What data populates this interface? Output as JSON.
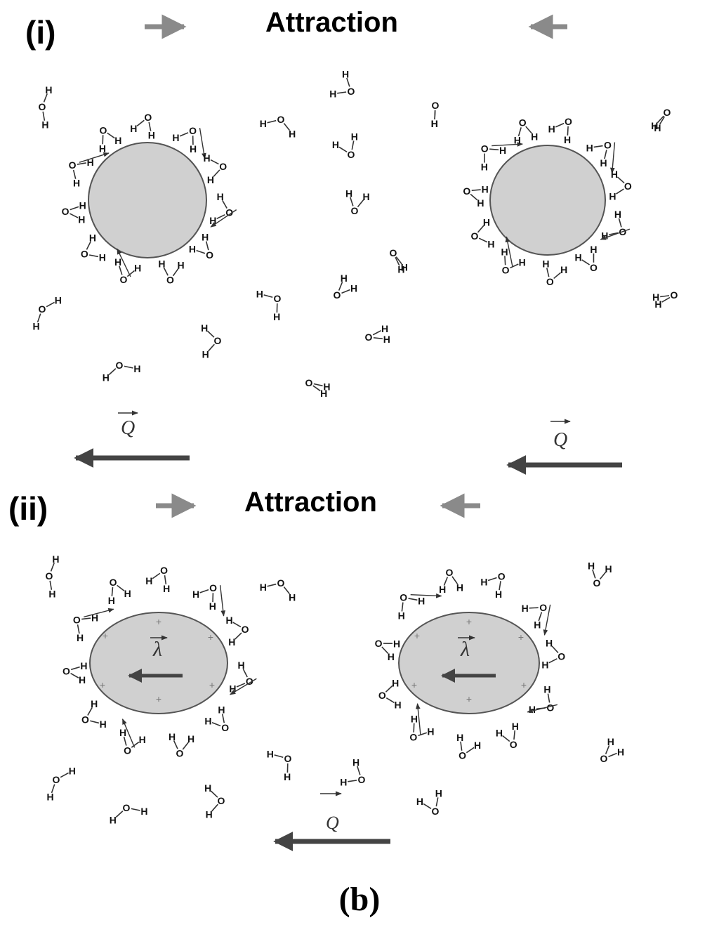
{
  "panels": [
    {
      "label": "(i)",
      "title": "Attraction",
      "flux_symbol": "Q",
      "charge_symbol": ""
    },
    {
      "label": "(ii)",
      "title": "Attraction",
      "flux_symbol": "Q",
      "charge_symbol": "λ",
      "surface_charge": "+"
    }
  ],
  "atoms": {
    "oxygen": "O",
    "hydrogen": "H"
  },
  "caption": "(b)",
  "colors": {
    "particle_fill": "#d0d0d0",
    "arrow_light": "#8a8a8a",
    "arrow_dark": "#444444",
    "bond": "#333333"
  },
  "icons": {
    "title_arrows": "arrow-right / arrow-left",
    "flux_arrow": "arrow-left"
  }
}
